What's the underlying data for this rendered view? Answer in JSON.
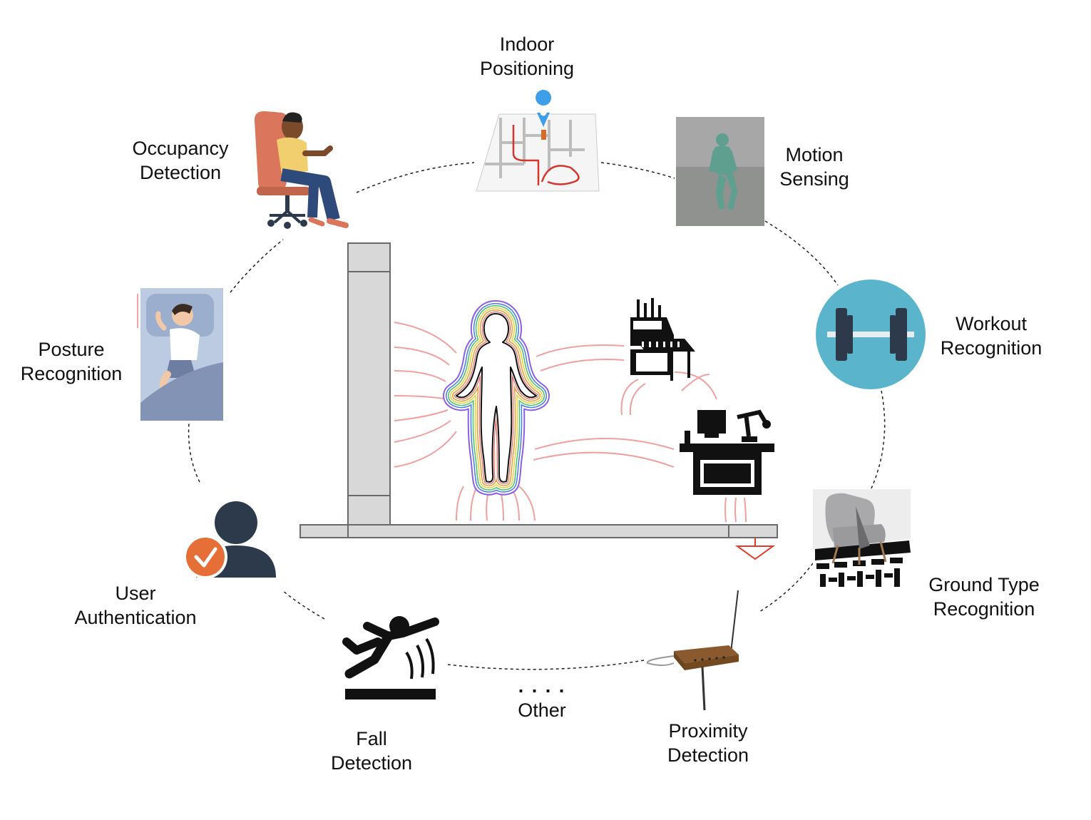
{
  "labels": {
    "indoor_positioning": [
      "Indoor",
      "Positioning"
    ],
    "occupancy_detection": [
      "Occupancy",
      "Detection"
    ],
    "motion_sensing": [
      "Motion",
      "Sensing"
    ],
    "posture_recognition": [
      "Posture",
      "Recognition"
    ],
    "workout_recognition": [
      "Workout",
      "Recognition"
    ],
    "user_authentication": [
      "User",
      "Authentication"
    ],
    "ground_type_recognition": [
      "Ground Type",
      "Recognition"
    ],
    "fall_detection": [
      "Fall",
      "Detection"
    ],
    "other": {
      "dots": ". . . .",
      "text": "Other"
    },
    "proximity_detection": [
      "Proximity",
      "Detection"
    ]
  },
  "icons": {
    "occupancy": "person-sitting-chair-icon",
    "indoor": "floorplan-location-pin-icon",
    "motion": "3d-walking-figure-icon",
    "posture": "sleeping-person-icon",
    "workout": "dumbbell-icon",
    "user_auth": "user-check-icon",
    "ground": "armchair-on-rug-icon",
    "fall": "slip-fall-icon",
    "proximity": "theremin-device-icon",
    "body": "human-body-field-icon",
    "piano": "piano-icon",
    "desk": "desk-computer-icon",
    "ground_symbol": "ground-symbol-icon"
  },
  "colors": {
    "field_lines": "#f0a0a0",
    "wall": "#d8d8d8",
    "workout_circle": "#5ab4cc",
    "check_badge": "#e56f37",
    "user_silhouette": "#2d3a4b",
    "ground_symbol": "#e23b2b",
    "location_pin": "#3e9ee8"
  }
}
